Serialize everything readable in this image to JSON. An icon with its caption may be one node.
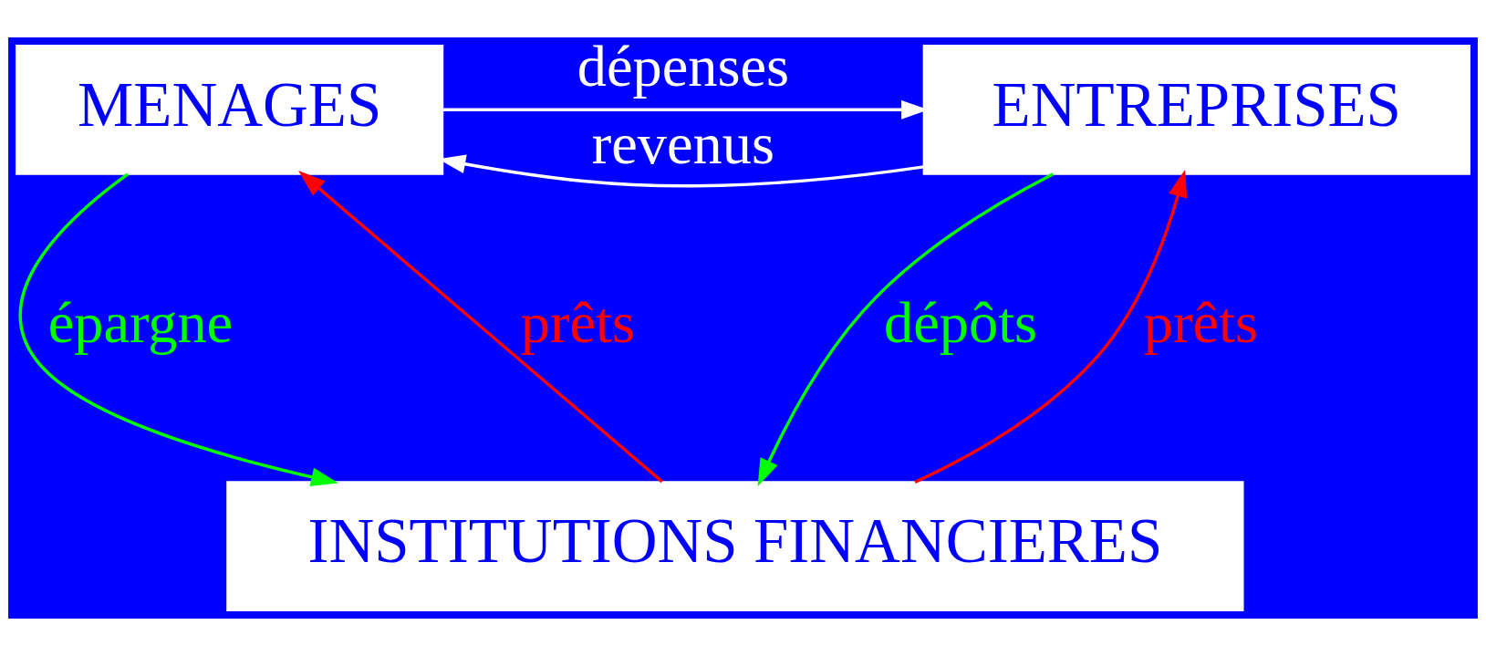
{
  "diagram": {
    "nodes": [
      {
        "text": [
          "MENAGES"
        ]
      },
      {
        "text": [
          "ENTREPRISES"
        ]
      },
      {
        "text": [
          "INSTITUTIONS FINANCIERES"
        ]
      }
    ],
    "edges": [
      {
        "from": 1,
        "to": 0,
        "arrow": "to",
        "label": "revenus",
        "color": "#ffffff"
      },
      {
        "from": 0,
        "to": 1,
        "arrow": "to",
        "label": "dépenses",
        "color": "#ffffff"
      },
      {
        "from": 0,
        "to": 2,
        "arrow": "to",
        "label": "épargne",
        "color": "#00ff00"
      },
      {
        "from": 2,
        "to": 0,
        "arrow": "to",
        "label": "prêts",
        "color": "#ff0000"
      },
      {
        "from": 1,
        "to": 2,
        "arrow": "to",
        "label": "dépôts",
        "color": "#00ff00"
      },
      {
        "from": 2,
        "to": 1,
        "arrow": "to",
        "label": "prêts",
        "color": "#ff0000"
      }
    ]
  }
}
